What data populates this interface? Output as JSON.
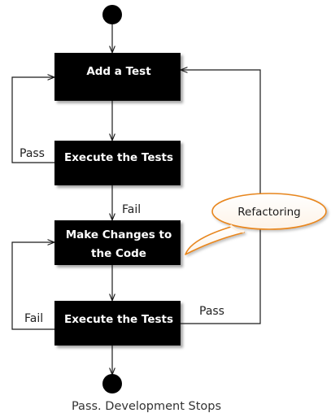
{
  "nodes": {
    "add_test": "Add a Test",
    "execute_tests_1": "Execute the Tests",
    "make_changes_line1": "Make Changes to",
    "make_changes_line2": "the Code",
    "execute_tests_2": "Execute the Tests"
  },
  "edge_labels": {
    "pass_loop": "Pass",
    "fail_down": "Fail",
    "fail_loop": "Fail",
    "pass_refactor": "Pass"
  },
  "callout": {
    "text": "Refactoring"
  },
  "footer": {
    "text": "Pass. Development Stops"
  },
  "colors": {
    "box_fill": "#000000",
    "box_text": "#ffffff",
    "callout_fill": "#ffffff",
    "callout_border": "#e8861f",
    "line": "#1a1a1a"
  }
}
